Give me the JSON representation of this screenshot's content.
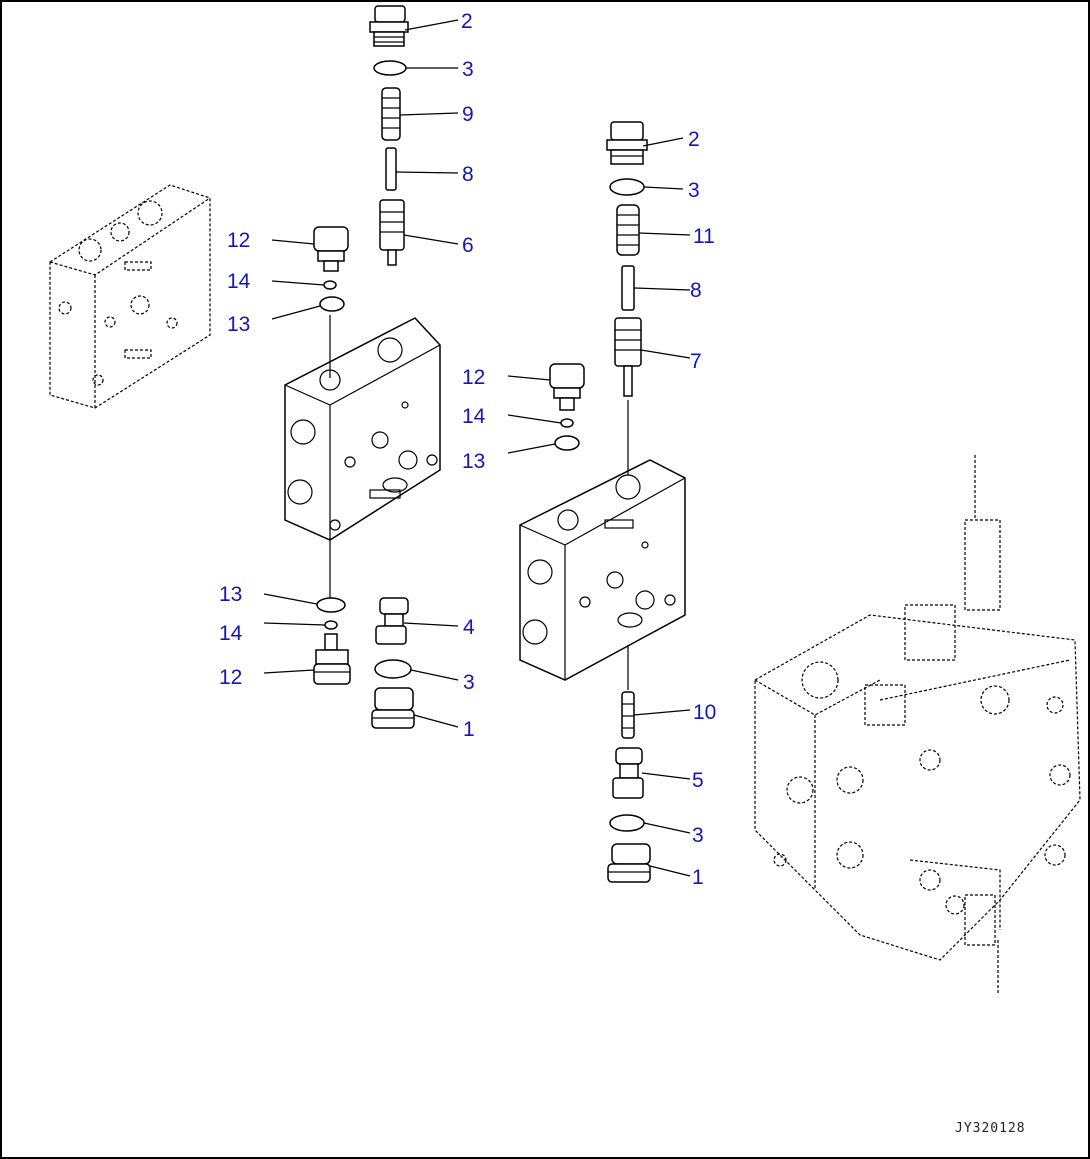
{
  "diagram": {
    "drawing_code": "JY320128",
    "colors": {
      "callout": "#1515b8",
      "line": "#000000",
      "background": "#ffffff"
    },
    "callouts": [
      {
        "label": "2"
      },
      {
        "label": "3"
      },
      {
        "label": "9"
      },
      {
        "label": "8"
      },
      {
        "label": "6"
      },
      {
        "label": "12"
      },
      {
        "label": "14"
      },
      {
        "label": "13"
      },
      {
        "label": "2"
      },
      {
        "label": "3"
      },
      {
        "label": "11"
      },
      {
        "label": "8"
      },
      {
        "label": "7"
      },
      {
        "label": "12"
      },
      {
        "label": "14"
      },
      {
        "label": "13"
      },
      {
        "label": "13"
      },
      {
        "label": "14"
      },
      {
        "label": "12"
      },
      {
        "label": "4"
      },
      {
        "label": "3"
      },
      {
        "label": "1"
      },
      {
        "label": "10"
      },
      {
        "label": "5"
      },
      {
        "label": "3"
      },
      {
        "label": "1"
      }
    ]
  }
}
